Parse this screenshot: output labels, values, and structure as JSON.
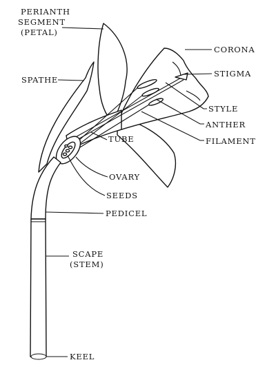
{
  "labels": {
    "perianth_line1": "PERIANTH",
    "perianth_line2": "SEGMENT",
    "perianth_line3": "(PETAL)",
    "spathe": "SPATHE",
    "corona": "CORONA",
    "stigma": "STIGMA",
    "style": "STYLE",
    "anther": "ANTHER",
    "filament": "FILAMENT",
    "tube": "TUBE",
    "ovary": "OVARY",
    "seeds": "SEEDS",
    "pedicel": "PEDICEL",
    "scape_line1": "SCAPE",
    "scape_line2": "(STEM)",
    "keel": "KEEL"
  }
}
